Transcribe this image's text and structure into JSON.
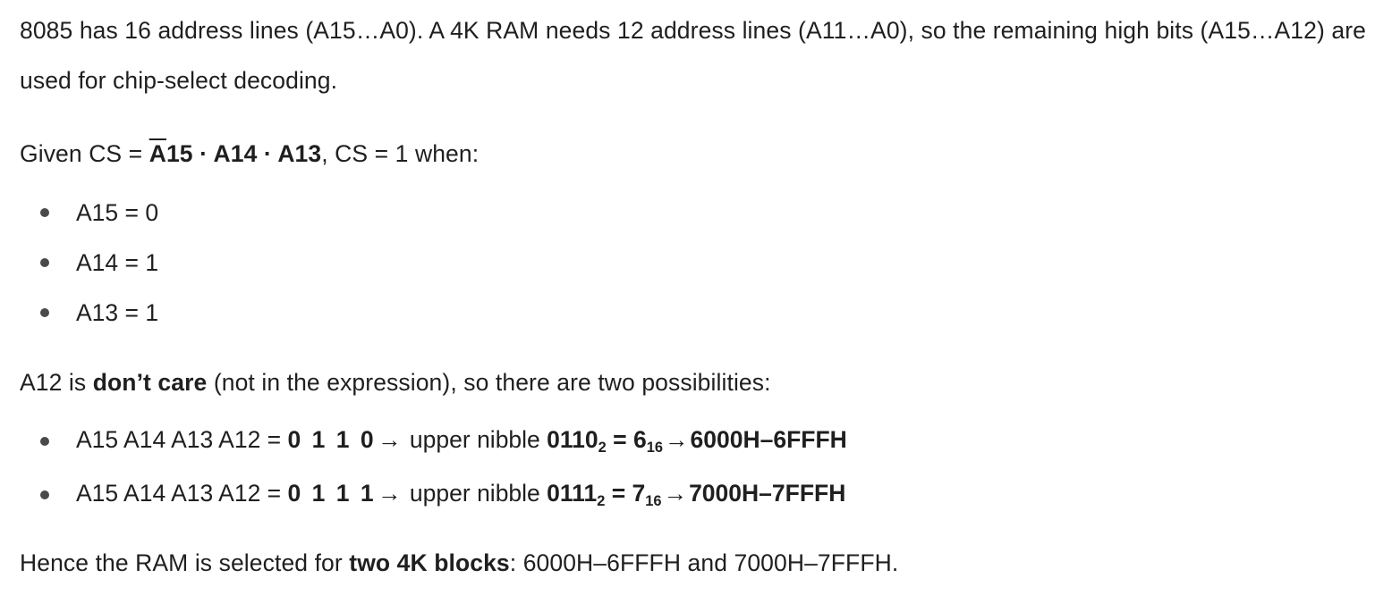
{
  "document": {
    "topic": "8085 memory chip-select decoding explanation",
    "intro": {
      "text": "8085 has 16 address lines (A15…A0). A 4K RAM needs 12 address lines (A11…A0), so the remaining high bits (A15…A12) are used for chip-select decoding."
    },
    "given": {
      "prefix": "Given CS = ",
      "expr_a15_overline": "A",
      "expr_a15_digits": "15",
      "expr_dot1": " · ",
      "expr_a14": "A14",
      "expr_dot2": " · ",
      "expr_a13": "A13",
      "suffix": ", CS = 1 when:"
    },
    "conditions": [
      {
        "label": "A15 = 0"
      },
      {
        "label": "A14 = 1"
      },
      {
        "label": "A13 = 1"
      }
    ],
    "dontcare": {
      "before": "A12 is ",
      "bold": "don’t care",
      "after": " (not in the expression), so there are two possibilities:"
    },
    "possibilities": [
      {
        "lead": "A15 A14 A13 A12 = ",
        "bits": "0 1 1 0",
        "arrow": "→",
        "mid": " upper nibble ",
        "binary": "0110",
        "binary_sub": "2",
        "equals": " = ",
        "hex": "6",
        "hex_sub": "16",
        "arrow2": "→",
        "range": "6000H–6FFFH"
      },
      {
        "lead": "A15 A14 A13 A12 = ",
        "bits": "0 1 1 1",
        "arrow": "→",
        "mid": " upper nibble ",
        "binary": "0111",
        "binary_sub": "2",
        "equals": " = ",
        "hex": "7",
        "hex_sub": "16",
        "arrow2": "→",
        "range": "7000H–7FFFH"
      }
    ],
    "conclusion": {
      "before": "Hence the RAM is selected for ",
      "bold": "two 4K blocks",
      "after": ": 6000H–6FFFH and 7000H–7FFFH."
    },
    "colors": {
      "text": "#1f1f1f",
      "bullet": "#4a4a4a",
      "background": "#ffffff"
    }
  }
}
